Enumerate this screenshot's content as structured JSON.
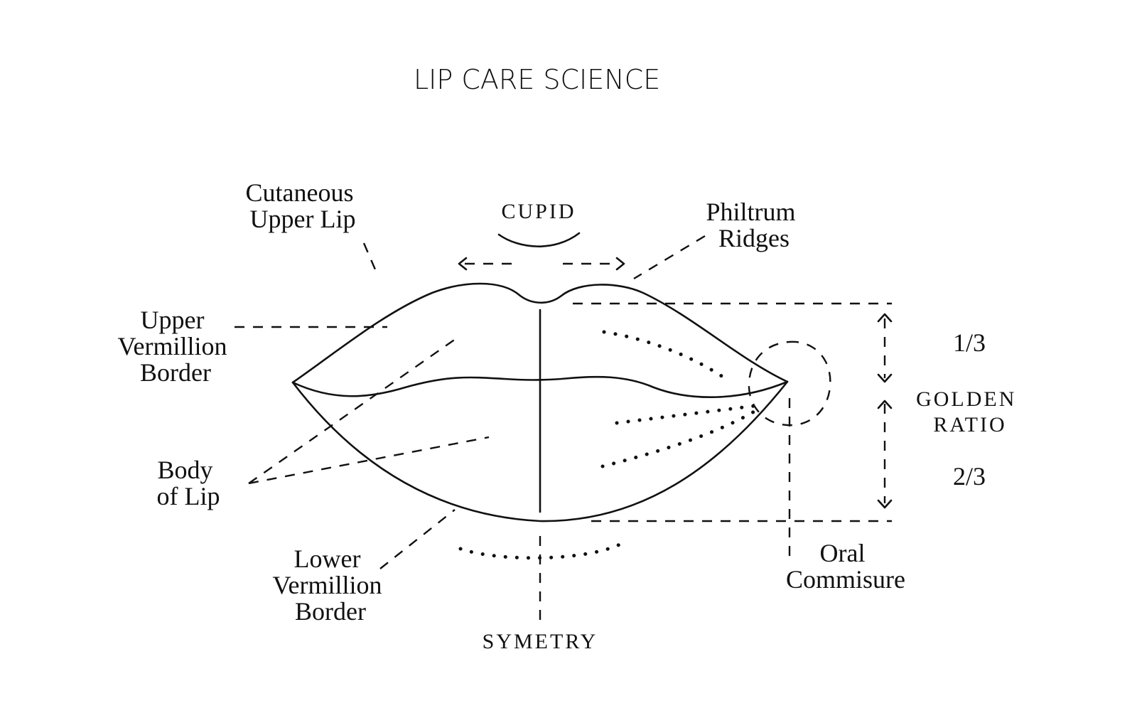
{
  "title": "LIP CARE SCIENCE",
  "labels": {
    "cutaneous_upper_lip": [
      "Cutaneous",
      "Upper Lip"
    ],
    "cupid": "CUPID",
    "philtrum_ridges": [
      "Philtrum",
      "Ridges"
    ],
    "upper_vermillion_border": [
      "Upper",
      "Vermillion",
      "Border"
    ],
    "body_of_lip": [
      "Body",
      "of Lip"
    ],
    "lower_vermillion_border": [
      "Lower",
      "Vermillion",
      "Border"
    ],
    "symetry": "SYMETRY",
    "oral_commisure": [
      "Oral",
      "Commisure"
    ],
    "ratio_top": "1/3",
    "golden_ratio": [
      "GOLDEN",
      "RATIO"
    ],
    "ratio_bottom": "2/3"
  },
  "colors": {
    "ink": "#111111",
    "background": "#ffffff"
  }
}
